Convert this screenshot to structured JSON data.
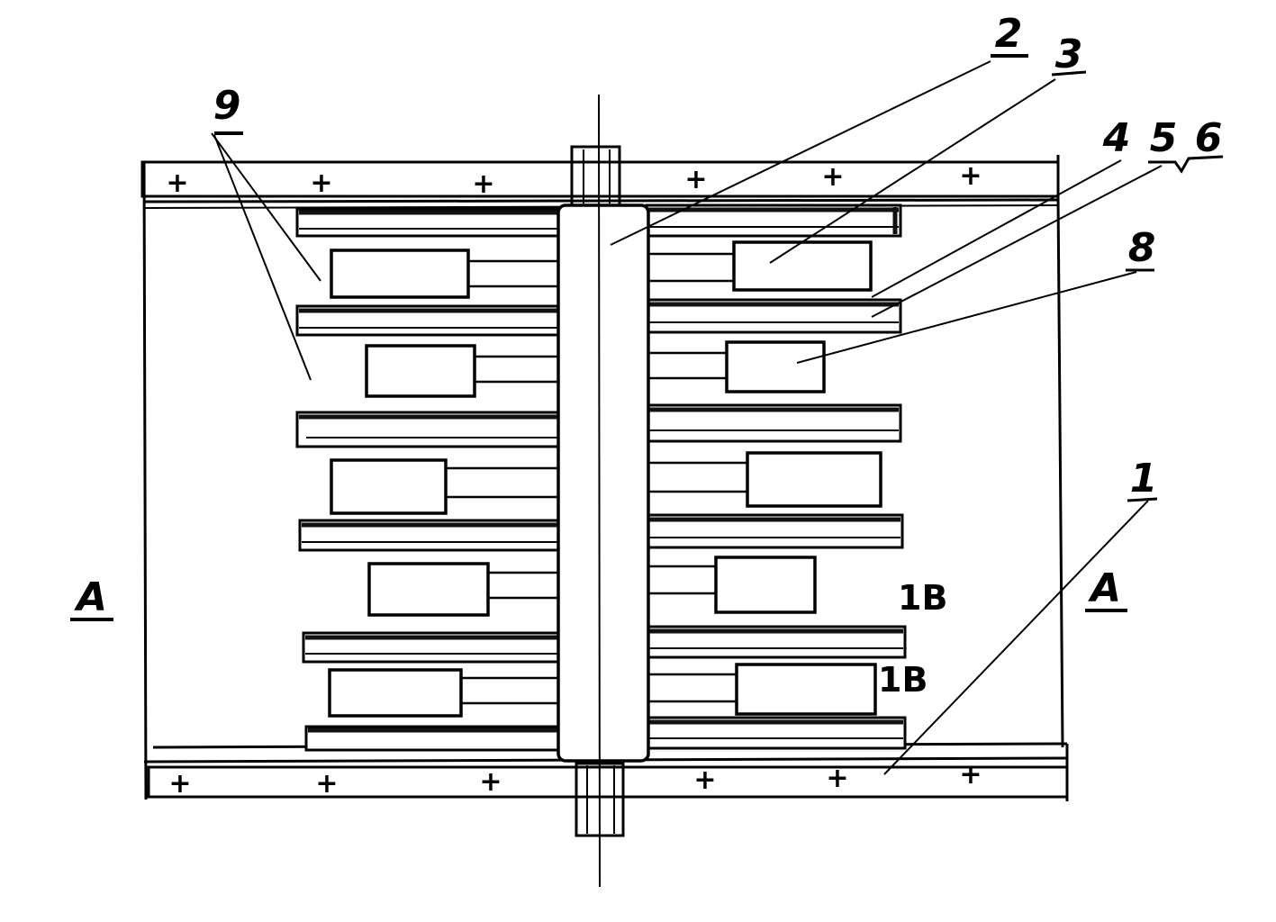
{
  "labels": {
    "l2": "2",
    "l3": "3",
    "l4": "4",
    "l5": "5",
    "l6": "6",
    "l8": "8",
    "l9": "9",
    "l1": "1",
    "a_left": "A",
    "a_right": "A",
    "ib_upper": "1B",
    "ib_lower": "1B"
  },
  "marks": {
    "plus": "+"
  }
}
